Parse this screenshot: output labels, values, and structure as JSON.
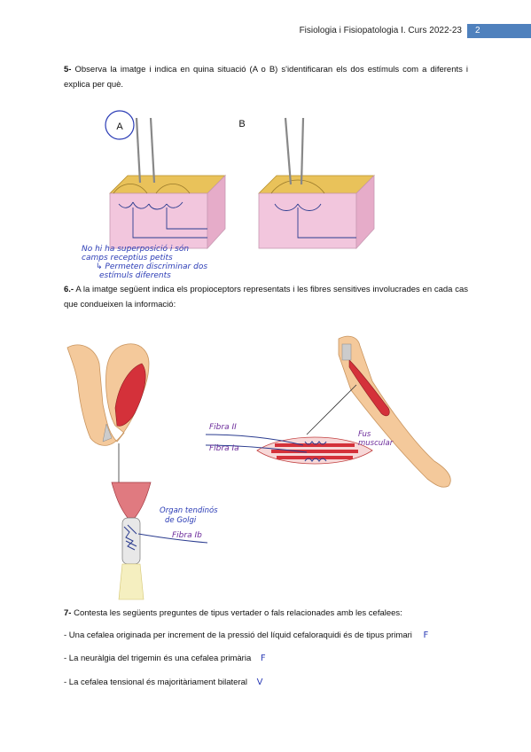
{
  "header": {
    "title": "Fisiologia i Fisiopatologia I. Curs 2022-23",
    "page_number": "2"
  },
  "q5": {
    "number": "5-",
    "text": "Observa la imatge i indica en quina situació (A o B) s'identificaran els dos estímuls com a diferents i explica per què.",
    "label_a": "A",
    "label_b": "B",
    "answer_line1": "No hi ha superposició i són",
    "answer_line2": "camps receptius petits",
    "answer_line3": "Permeten discriminar dos",
    "answer_line4": "estímuls diferents"
  },
  "q6": {
    "number": "6.-",
    "text": "A la imatge següent indica els propioceptors representats i les fibres sensitives involucrades en cada cas que condueixen la informació:",
    "label_fibra_ii": "Fibra II",
    "label_fibra_ia": "Fibra Ia",
    "label_fus": "Fus",
    "label_muscular": "muscular",
    "label_organ1": "Organ tendinós",
    "label_organ2": "de Golgi",
    "label_fibra_ib": "Fibra Ib"
  },
  "q7": {
    "number": "7-",
    "text": "Contesta les següents preguntes de tipus vertader o fals relacionades amb les cefalees:",
    "items": [
      {
        "text": "- Una cefalea originada per increment de la pressió del líquid cefaloraquidi és de tipus primari",
        "answer": "F"
      },
      {
        "text": "- La neuràlgia del trigemin és una cefalea primària",
        "answer": "F"
      },
      {
        "text": "- La cefalea tensional és majoritàriament bilateral",
        "answer": "V"
      }
    ]
  },
  "colors": {
    "header_accent": "#4f81bd",
    "pen_blue": "#2a3bb5",
    "pen_purple": "#6b2a9a",
    "skin_pink": "#f2c6dd",
    "epidermis_yellow": "#e9c25a",
    "muscle_red": "#d4313a"
  }
}
